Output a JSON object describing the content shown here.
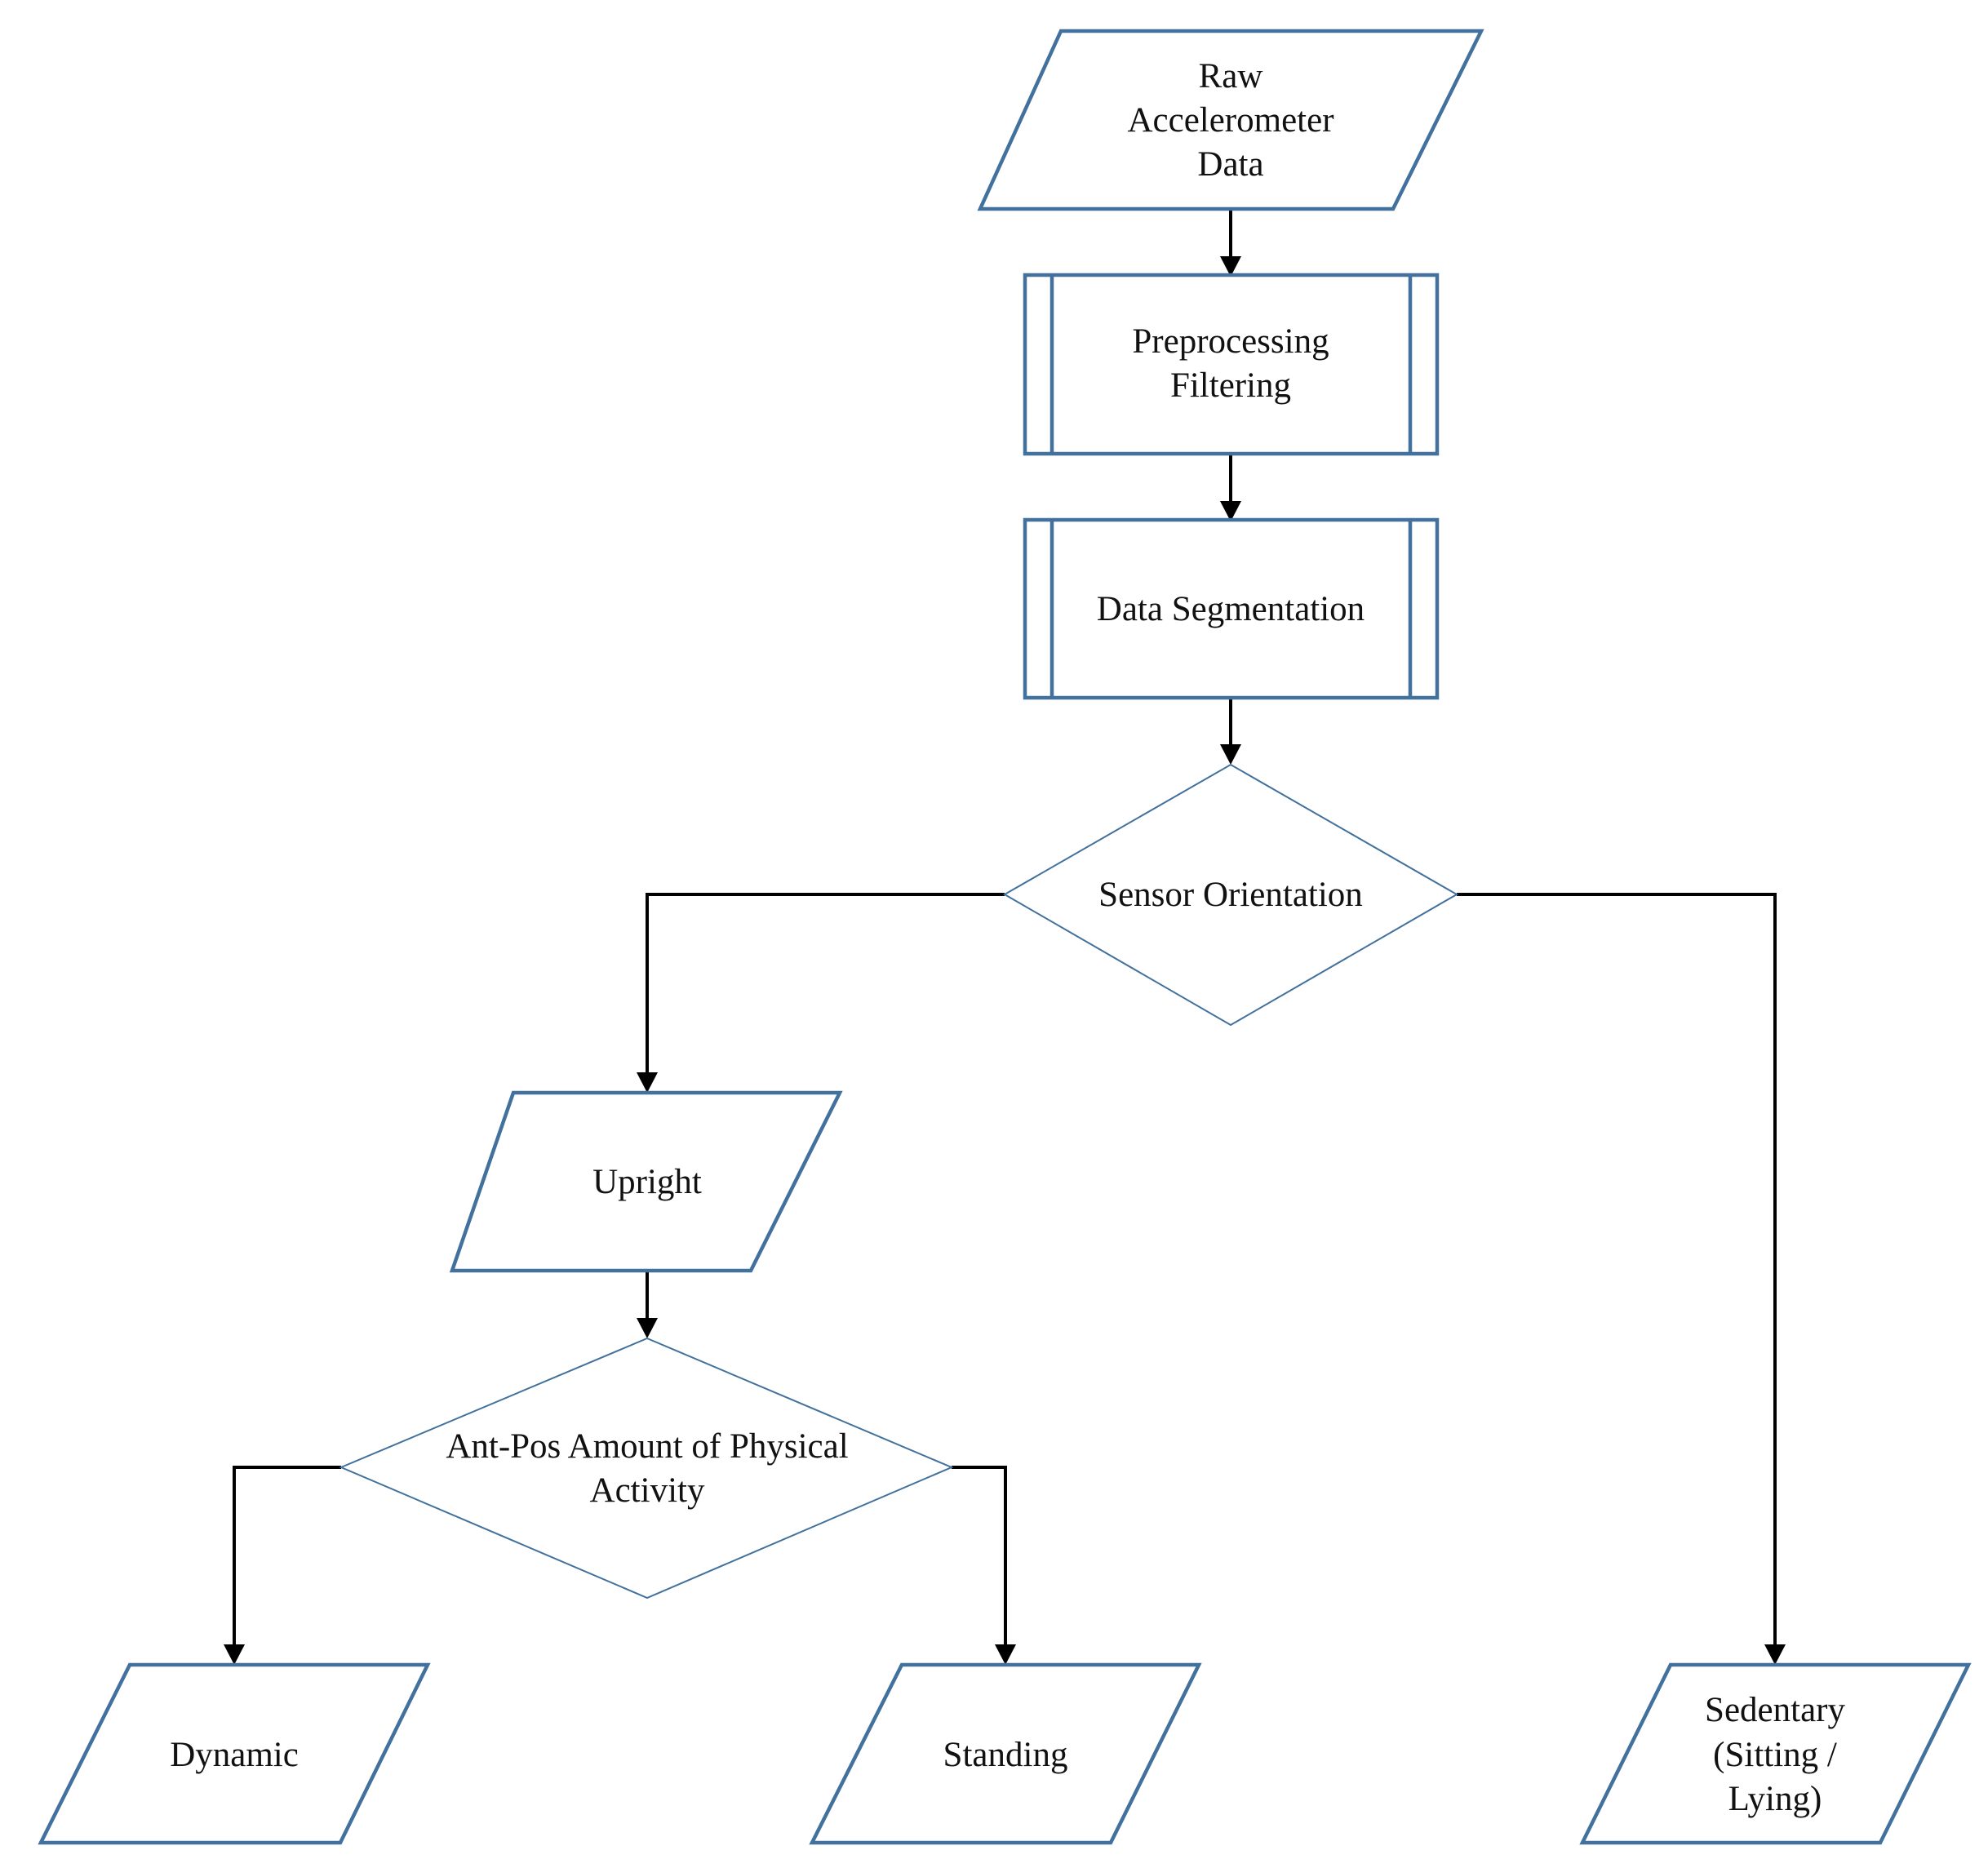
{
  "diagram": {
    "nodes": {
      "raw_data": {
        "lines": [
          "Raw",
          "Accelerometer",
          "Data"
        ]
      },
      "preprocessing": {
        "lines": [
          "Preprocessing",
          "Filtering"
        ]
      },
      "segmentation": {
        "lines": [
          "Data Segmentation"
        ]
      },
      "orientation": {
        "lines": [
          "Sensor Orientation"
        ]
      },
      "upright": {
        "lines": [
          "Upright"
        ]
      },
      "activity": {
        "lines": [
          "Ant-Pos Amount of Physical",
          "Activity"
        ]
      },
      "dynamic": {
        "lines": [
          "Dynamic"
        ]
      },
      "standing": {
        "lines": [
          "Standing"
        ]
      },
      "sedentary": {
        "lines": [
          "Sedentary",
          "(Sitting /",
          "Lying)"
        ]
      }
    },
    "edges": [
      {
        "from": "raw_data",
        "to": "preprocessing"
      },
      {
        "from": "preprocessing",
        "to": "segmentation"
      },
      {
        "from": "segmentation",
        "to": "orientation"
      },
      {
        "from": "orientation",
        "to": "upright"
      },
      {
        "from": "orientation",
        "to": "sedentary"
      },
      {
        "from": "upright",
        "to": "activity"
      },
      {
        "from": "activity",
        "to": "dynamic"
      },
      {
        "from": "activity",
        "to": "standing"
      }
    ]
  }
}
